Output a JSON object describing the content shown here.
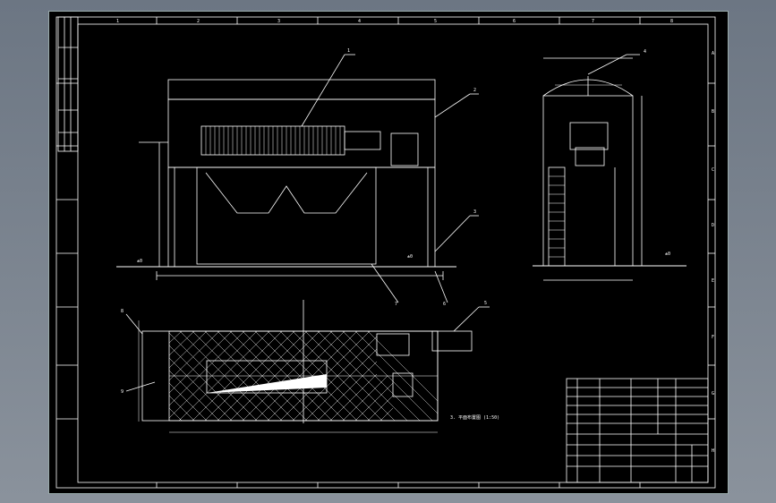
{
  "cad": {
    "zone_letters": [
      "A",
      "B",
      "C",
      "D",
      "E",
      "F",
      "G",
      "H"
    ],
    "column_numbers": [
      "1",
      "2",
      "3",
      "4",
      "5",
      "6",
      "7",
      "8"
    ],
    "callouts": [
      "1",
      "2",
      "3",
      "4",
      "5",
      "6",
      "7",
      "8",
      "9"
    ],
    "dim_labels": {
      "elev_zero_left": "±0",
      "elev_zero_mid": "±0",
      "elev_zero_right": "±0"
    },
    "plan_caption": "3. 平面布置图 (1:50)"
  },
  "colors": {
    "background": "#6c7683",
    "canvas": "#000000",
    "linework": "#ffffff",
    "frame": "#9aa0a8"
  }
}
